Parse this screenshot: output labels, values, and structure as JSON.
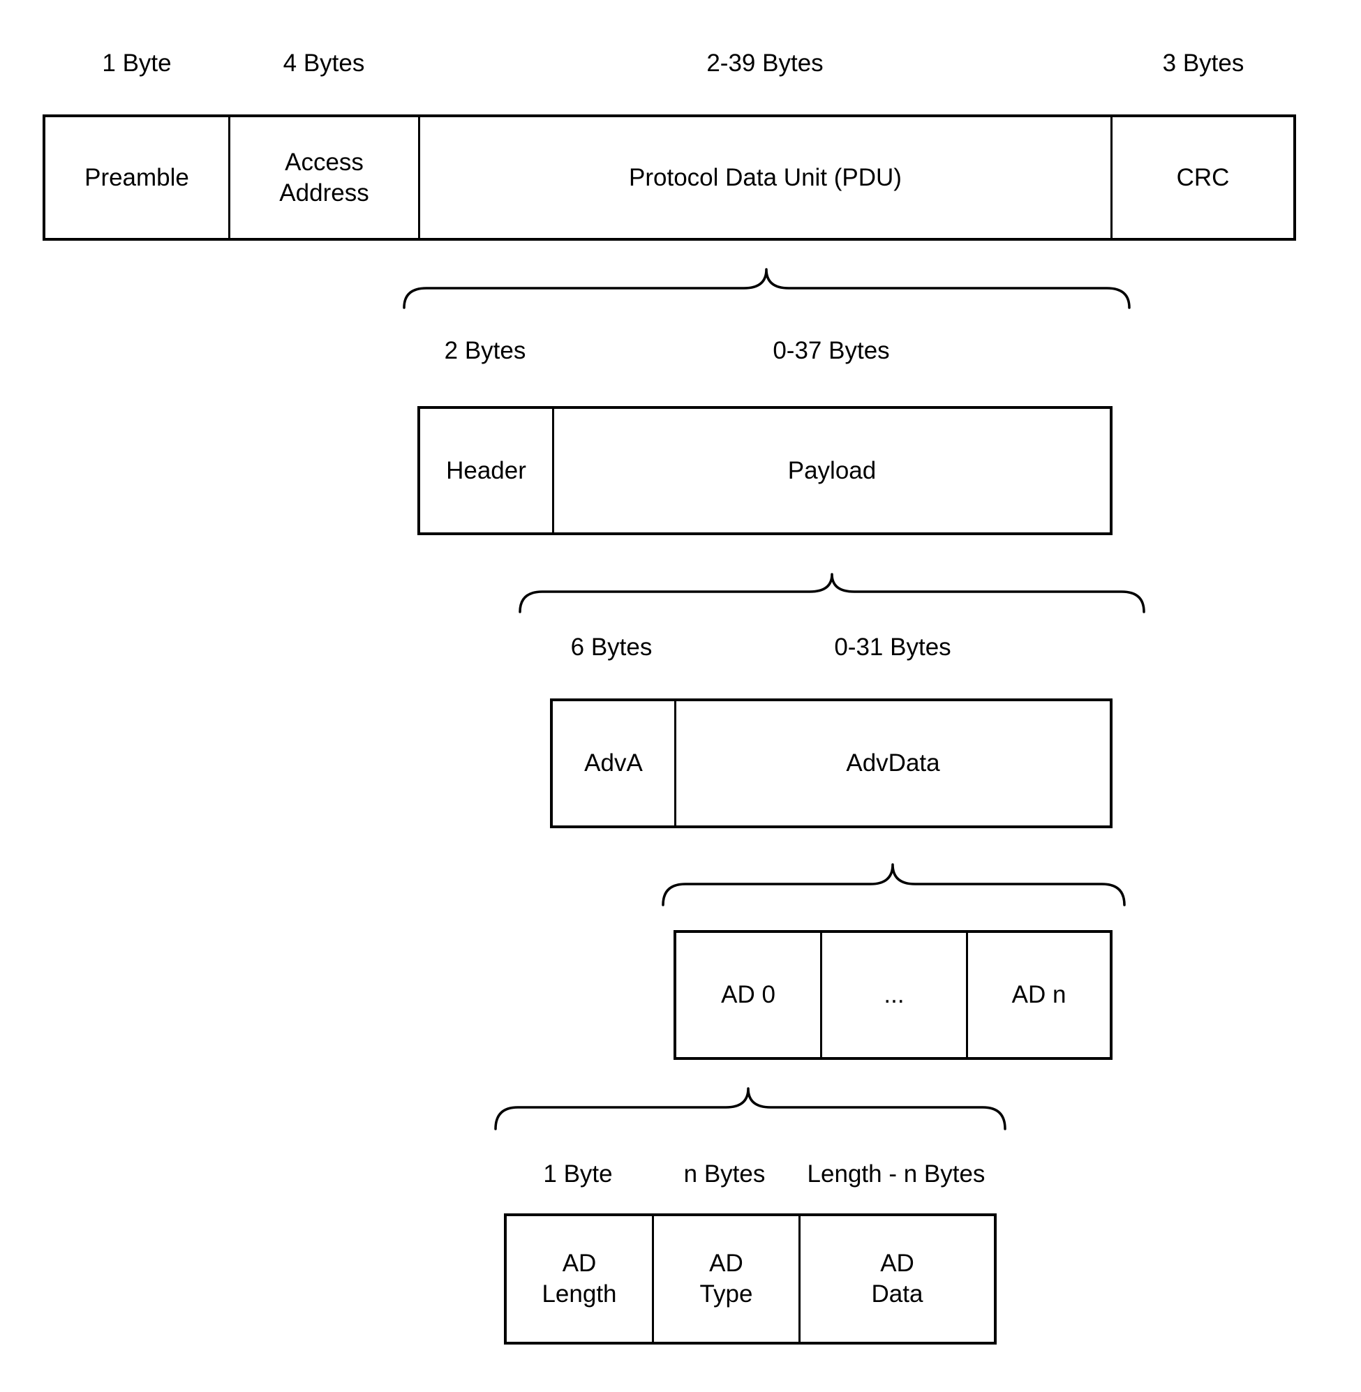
{
  "colors": {
    "background": "#ffffff",
    "stroke": "#000000",
    "text": "#000000"
  },
  "rows": {
    "packet": {
      "size_labels": [
        {
          "text": "1 Byte"
        },
        {
          "text": "4 Bytes"
        },
        {
          "text": "2-39 Bytes"
        },
        {
          "text": "3 Bytes"
        }
      ],
      "cells": [
        {
          "label": "Preamble"
        },
        {
          "label": "Access\nAddress"
        },
        {
          "label": "Protocol Data Unit (PDU)"
        },
        {
          "label": "CRC"
        }
      ]
    },
    "pdu": {
      "size_labels": [
        {
          "text": "2 Bytes"
        },
        {
          "text": "0-37 Bytes"
        }
      ],
      "cells": [
        {
          "label": "Header"
        },
        {
          "label": "Payload"
        }
      ]
    },
    "payload": {
      "size_labels": [
        {
          "text": "6 Bytes"
        },
        {
          "text": "0-31 Bytes"
        }
      ],
      "cells": [
        {
          "label": "AdvA"
        },
        {
          "label": "AdvData"
        }
      ]
    },
    "advdata": {
      "cells": [
        {
          "label": "AD 0"
        },
        {
          "label": "..."
        },
        {
          "label": "AD n"
        }
      ]
    },
    "ad_structure": {
      "size_labels": [
        {
          "text": "1 Byte"
        },
        {
          "text": "n Bytes"
        },
        {
          "text": "Length - n Bytes"
        }
      ],
      "cells": [
        {
          "label": "AD\nLength"
        },
        {
          "label": "AD\nType"
        },
        {
          "label": "AD\nData"
        }
      ]
    }
  }
}
